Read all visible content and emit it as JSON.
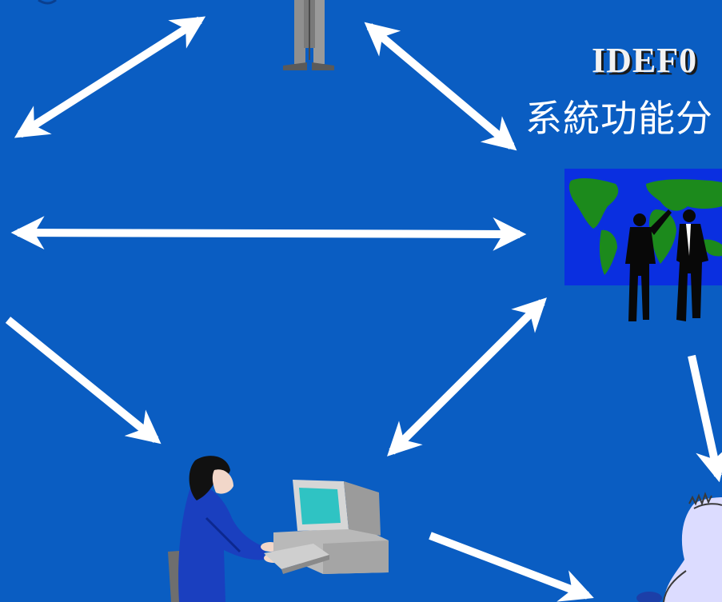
{
  "title": {
    "main": "IDEF0",
    "sub": "系統功能分"
  },
  "colors": {
    "background": "#0a5dc2",
    "arrow": "#ffffff",
    "map_bg": "#0a2fe0",
    "map_land": "#1c8a1c"
  },
  "figures": [
    {
      "name": "standing-man-figure",
      "description_icon": "standing-man-icon"
    },
    {
      "name": "presenters-map-figure",
      "description_icon": "world-map-presenters-icon"
    },
    {
      "name": "computer-user-figure",
      "description_icon": "woman-at-computer-icon"
    },
    {
      "name": "thinking-person-figure",
      "description_icon": "thinking-person-icon"
    }
  ]
}
